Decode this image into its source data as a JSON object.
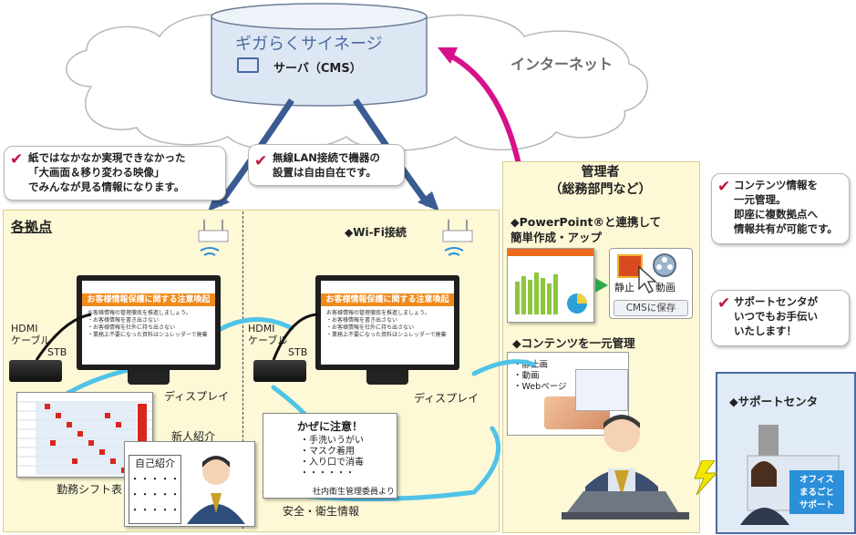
{
  "server": {
    "brand": "ギガらくサイネージ",
    "label": "サーバ（CMS）"
  },
  "internet_label": "インターネット",
  "bubbles": {
    "left": [
      "紙ではなかなか実現できなかった",
      "「大画面＆移り変わる映像」",
      "でみんなが見る情報になります。"
    ],
    "middle": [
      "無線LAN接続で機器の",
      "設置は自由自在です。"
    ],
    "right": [
      "コンテンツ情報を",
      "一元管理。",
      "即座に複数拠点へ",
      "情報共有が可能です。"
    ],
    "support": [
      "サポートセンタが",
      "いつでもお手伝い",
      "いたします！"
    ]
  },
  "sites": {
    "title": "各拠点",
    "wifi_label": "◆Wi-Fi接続",
    "hdmi_label": "HDMI\nケーブル",
    "stb_label": "STB",
    "display_label": "ディスプレイ",
    "shift_label": "勤務シフト表",
    "newcomer_label": "新人紹介",
    "self_intro": "自己紹介",
    "dots": "・・・・・",
    "screen_header": "お客様情報保護に関する注意喚起",
    "screen_lines": [
      "お客様情報の管理徹底を推進しましょう。",
      "・お客様情報を書き出さない",
      "・お客様情報を社外に持ち出さない",
      "・業務上不要になった資料はシュレッダーで廃棄"
    ],
    "notice_title": "かぜに注意！",
    "notice_items": [
      "・手洗いうがい",
      "・マスク着用",
      "・入り口で消毒",
      "・・・・・・"
    ],
    "notice_from": "社内衛生管理委員より",
    "safety_label": "安全・衛生情報"
  },
  "admin": {
    "title_line1": "管理者",
    "title_line2": "（総務部門など）",
    "powerpoint_line1": "◆PowerPoint®と連携して",
    "powerpoint_line2": "簡単作成・アップ",
    "still_label": "静止",
    "video_label": "動画",
    "cms_save": "CMSに保存",
    "contents_title": "◆コンテンツを一元管理",
    "contents_items": [
      "・静止画",
      "・動画",
      "・Webページ"
    ]
  },
  "support_center": {
    "title": "◆サポートセンタ",
    "sign": [
      "オフィス",
      "まるごと",
      "サポート"
    ]
  },
  "colors": {
    "arrow_blue": "#3b5b93",
    "arrow_magenta": "#d6128a",
    "cable_cyan": "#4fc3e8",
    "panel_yellow": "#fdf8d6",
    "orange": "#f08a1c",
    "check_red": "#c0143c"
  }
}
